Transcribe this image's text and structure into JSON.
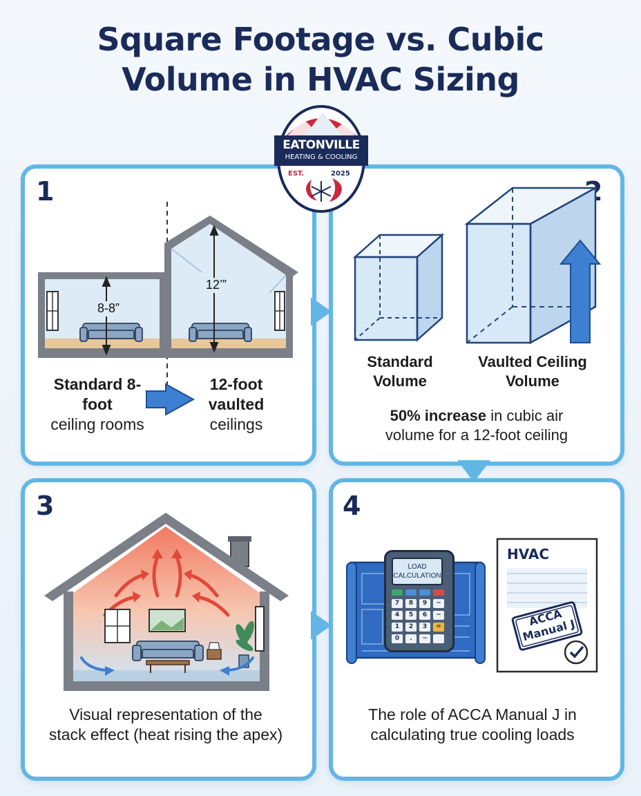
{
  "title": {
    "line1": "Square Footage vs. Cubic",
    "line2": "Volume in HVAC Sizing"
  },
  "logo": {
    "name_line1": "EATONVILLE",
    "name_line2": "HEATING & COOLING",
    "est_label": "EST.",
    "est_year": "2025"
  },
  "panel1": {
    "number": "1",
    "dim_standard": "8-8”",
    "dim_vaulted": "12’”",
    "caption_left_bold": "Standard 8-foot",
    "caption_left_rest": "ceiling rooms",
    "caption_right_bold": "12-foot vaulted",
    "caption_right_rest": "ceilings"
  },
  "panel2": {
    "number": "2",
    "label_standard": "Standard Volume",
    "label_vaulted": "Vaulted Ceiling Volume",
    "caption_bold": "50% increase",
    "caption_rest1": " in cubic air",
    "caption_rest2": "volume for a 12-foot ceiling"
  },
  "panel3": {
    "number": "3",
    "caption_line1": "Visual representation of the",
    "caption_line2": "stack effect (heat rising the apex)"
  },
  "panel4": {
    "number": "4",
    "calc_screen_line1": "LOAD",
    "calc_screen_line2": "CALCULATION",
    "calc_keys": [
      "7",
      "8",
      "9",
      "−",
      "4",
      "5",
      "6",
      "−",
      "1",
      "2",
      "3",
      "=",
      "0",
      ".",
      "−",
      ""
    ],
    "doc_title": "HVAC",
    "stamp_line1": "ACCA",
    "stamp_line2": "Manual J",
    "caption_line1": "The role of ACCA Manual J in",
    "caption_line2": "calculating true cooling loads"
  },
  "colors": {
    "navy": "#1a2b5a",
    "panel_border": "#62b6e6",
    "arrow_blue": "#3d7fd0",
    "heat_red": "#e0483a",
    "logo_red": "#c8283c"
  }
}
